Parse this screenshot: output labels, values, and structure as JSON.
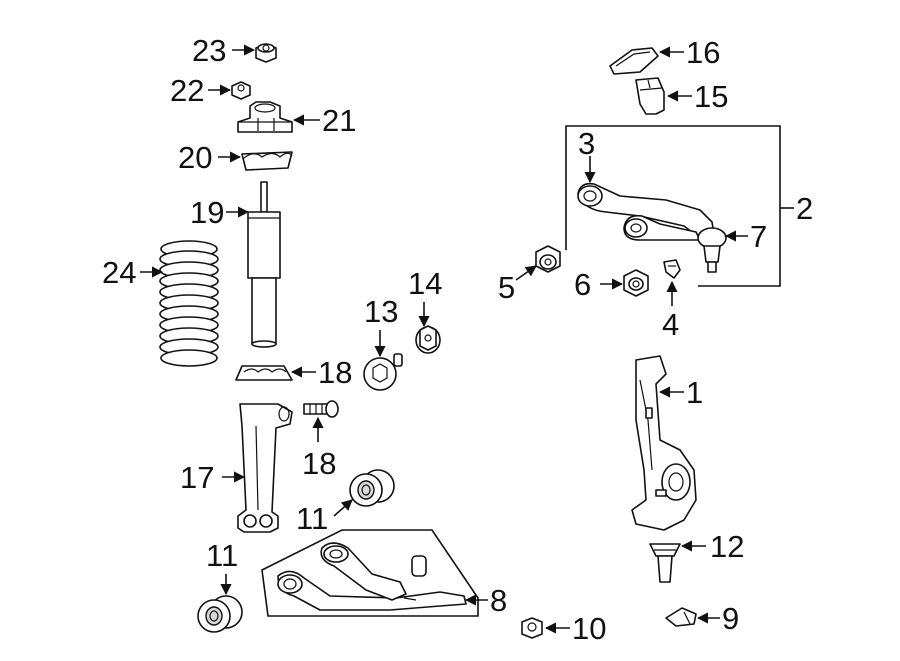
{
  "callouts": {
    "c1": "1",
    "c2": "2",
    "c3": "3",
    "c4": "4",
    "c5": "5",
    "c6": "6",
    "c7": "7",
    "c8": "8",
    "c9": "9",
    "c10": "10",
    "c11a": "11",
    "c11b": "11",
    "c12": "12",
    "c13": "13",
    "c14": "14",
    "c15": "15",
    "c16": "16",
    "c17": "17",
    "c18a": "18",
    "c18b": "18",
    "c19": "19",
    "c20": "20",
    "c21": "21",
    "c22": "22",
    "c23": "23",
    "c24": "24"
  },
  "colors": {
    "line": "#111111",
    "background": "#ffffff",
    "shade": "#d9d9d9"
  }
}
